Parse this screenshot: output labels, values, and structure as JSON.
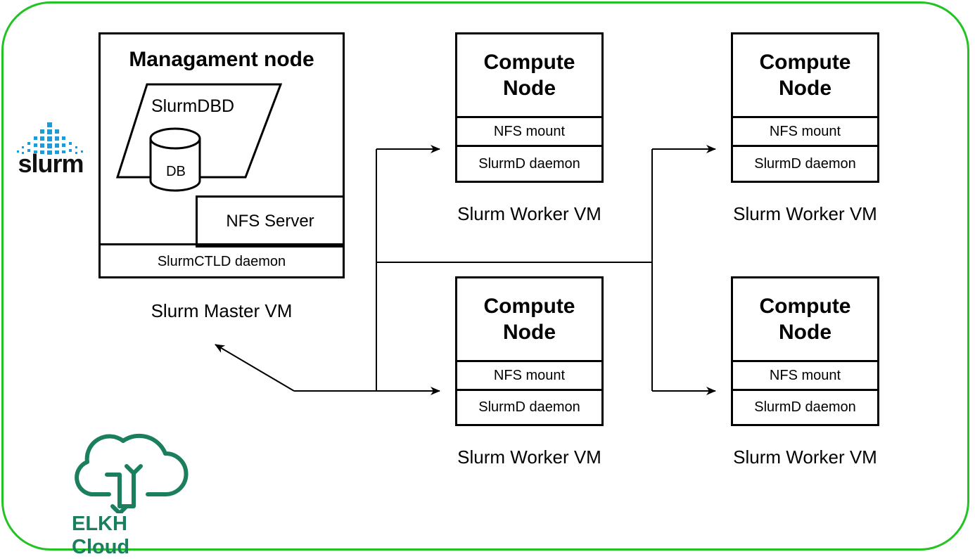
{
  "management": {
    "title": "Managament node",
    "db_app": "SlurmDBD",
    "db": "DB",
    "nfs_server": "NFS Server",
    "daemon": "SlurmCTLD daemon",
    "vm_label": "Slurm Master VM"
  },
  "workers": [
    {
      "title_line1": "Compute",
      "title_line2": "Node",
      "nfs": "NFS mount",
      "daemon": "SlurmD daemon",
      "vm_label": "Slurm Worker VM"
    },
    {
      "title_line1": "Compute",
      "title_line2": "Node",
      "nfs": "NFS mount",
      "daemon": "SlurmD daemon",
      "vm_label": "Slurm Worker VM"
    },
    {
      "title_line1": "Compute",
      "title_line2": "Node",
      "nfs": "NFS mount",
      "daemon": "SlurmD daemon",
      "vm_label": "Slurm Worker VM"
    },
    {
      "title_line1": "Compute",
      "title_line2": "Node",
      "nfs": "NFS mount",
      "daemon": "SlurmD daemon",
      "vm_label": "Slurm Worker VM"
    }
  ],
  "logos": {
    "slurm": "slurm",
    "cloud": "ELKH Cloud"
  },
  "colors": {
    "frame": "#22c322",
    "slurm_blue": "#1e9ad6",
    "cloud_green": "#1b7f5f"
  }
}
